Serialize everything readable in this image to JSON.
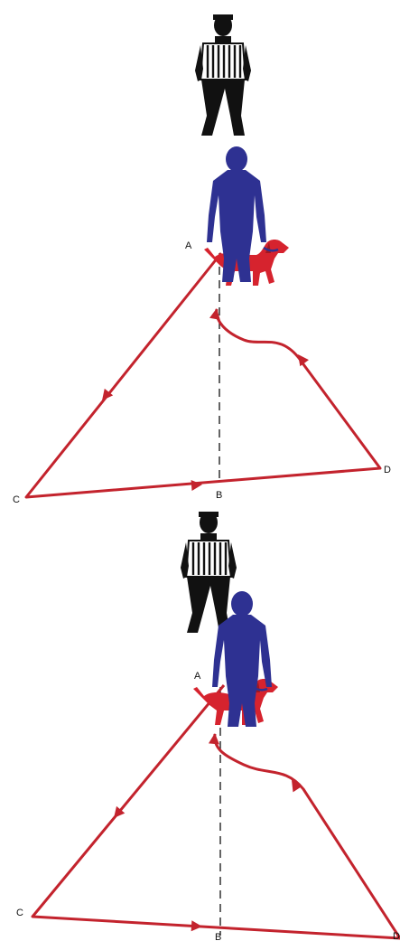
{
  "colors": {
    "route": "#c3232d",
    "handler": "#2e3192",
    "dog": "#d6232e",
    "judge": "#111111",
    "centerline": "#111111",
    "background": "#ffffff"
  },
  "icons": {
    "judge": "judge-person-striped-shirt-icon",
    "handler": "handler-person-icon",
    "dog": "dog-icon"
  },
  "diagrams": [
    {
      "labels": {
        "a": "A",
        "b": "B",
        "c": "C",
        "d": "D"
      }
    },
    {
      "labels": {
        "a": "A",
        "b": "B",
        "c": "C",
        "d": "D"
      }
    }
  ]
}
